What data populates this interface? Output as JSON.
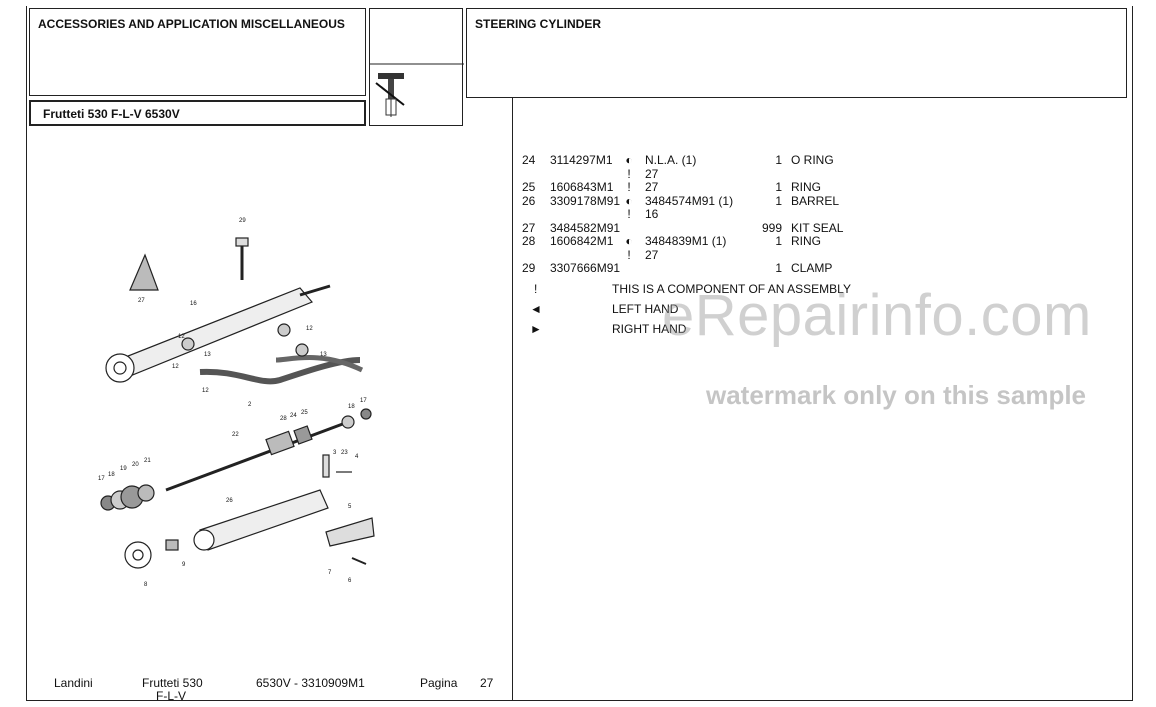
{
  "header": {
    "section_title": "ACCESSORIES AND APPLICATION MISCELLANEOUS",
    "model": "Frutteti 530 F-L-V  6530V",
    "group_title": "STEERING CYLINDER",
    "group_icon": "steering-cylinder-icon"
  },
  "parts": [
    {
      "ref": "24",
      "part": "3114297M1",
      "sym": "◐",
      "note": "N.L.A.  (1)",
      "qty": "1",
      "desc": "O RING",
      "sub_sym": "!",
      "sub_note": "27"
    },
    {
      "ref": "25",
      "part": "1606843M1",
      "sym": "!",
      "note": "27",
      "qty": "1",
      "desc": "RING"
    },
    {
      "ref": "26",
      "part": "3309178M91",
      "sym": "◐",
      "note": "3484574M91  (1)",
      "qty": "1",
      "desc": "BARREL",
      "sub_sym": "!",
      "sub_note": "16"
    },
    {
      "ref": "27",
      "part": "3484582M91",
      "sym": "",
      "note": "",
      "qty": "999",
      "desc": "KIT SEAL"
    },
    {
      "ref": "28",
      "part": "1606842M1",
      "sym": "◐",
      "note": "3484839M1  (1)",
      "qty": "1",
      "desc": "RING",
      "sub_sym": "!",
      "sub_note": "27"
    },
    {
      "ref": "29",
      "part": "3307666M91",
      "sym": "",
      "note": "",
      "qty": "1",
      "desc": "CLAMP"
    }
  ],
  "legend": [
    {
      "symbol": "!",
      "text": "THIS IS A COMPONENT OF AN ASSEMBLY"
    },
    {
      "symbol": "◄",
      "text": "LEFT HAND"
    },
    {
      "symbol": "►",
      "text": "RIGHT HAND"
    }
  ],
  "diagram_labels": [
    "29",
    "27",
    "16",
    "12",
    "13",
    "12",
    "13",
    "12",
    "12",
    "2",
    "18",
    "17",
    "28",
    "24",
    "25",
    "22",
    "3",
    "23",
    "4",
    "17",
    "18",
    "19",
    "20",
    "21",
    "26",
    "5",
    "8",
    "9",
    "7",
    "6"
  ],
  "footer": {
    "brand": "Landini",
    "model_line1": "Frutteti 530",
    "model_line2": "F-L-V",
    "code": "6530V - 3310909M1",
    "page_label": "Pagina",
    "page_number": "27"
  },
  "watermark": {
    "site": "eRepairinfo.com",
    "note": "watermark only on this sample"
  }
}
